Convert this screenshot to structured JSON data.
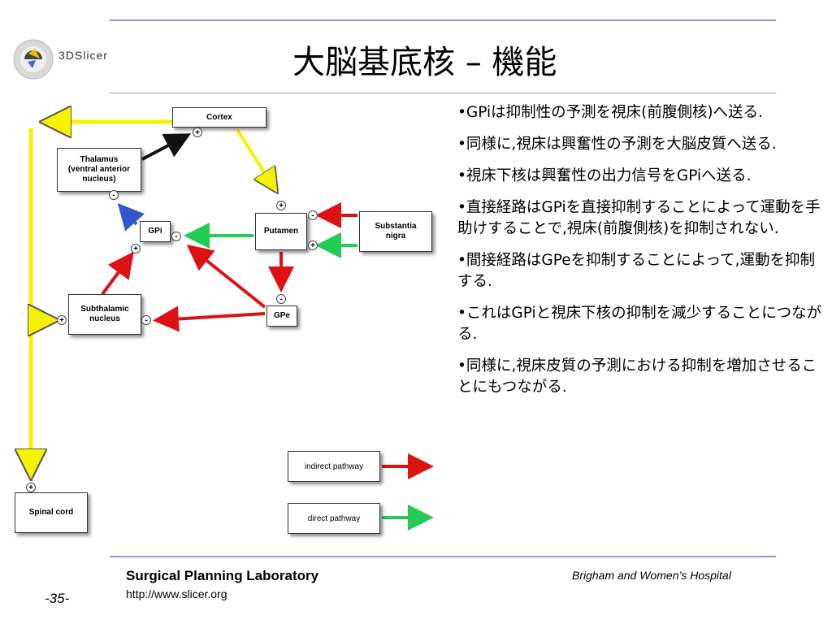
{
  "header": {
    "logo_text": "3DSlicer",
    "title": "大脳基底核 – 機能"
  },
  "diagram": {
    "nodes": {
      "cortex": "Cortex",
      "thalamus": "Thalamus\n(ventral anterior\nnucleus)",
      "gpi": "GPi",
      "putamen": "Putamen",
      "substantia_nigra": "Substantia\nnigra",
      "subthalamic": "Subthalamic\nnucleus",
      "gpe": "GPe",
      "spinal_cord": "Spinal cord"
    },
    "signs": {
      "cortex_in": "+",
      "thalamus_out": "-",
      "gpi_in_plus": "+",
      "gpi_in_minus": "-",
      "putamen_top": "+",
      "putamen_from_sn_red": "-",
      "putamen_from_sn_green": "+",
      "gpe_in": "-",
      "stn_in_plus": "+",
      "stn_in_minus": "-",
      "spinal_in": "+"
    },
    "legend": {
      "indirect": "indirect pathway",
      "direct": "direct pathway"
    },
    "colors": {
      "yellow": "#f4f200",
      "red": "#dd1111",
      "green": "#22cc55",
      "blue": "#3355cc",
      "black": "#111111"
    }
  },
  "bullets": [
    "•GPiは抑制性の予測を視床(前腹側核)へ送る.",
    "•同様に,視床は興奮性の予測を大脳皮質へ送る.",
    "•視床下核は興奮性の出力信号をGPiへ送る.",
    "•直接経路はGPiを直接抑制することによって運動を手助けすることで,視床(前腹側核)を抑制されない.",
    "•間接経路はGPeを抑制することによって,運動を抑制する.",
    "•これはGPiと視床下核の抑制を減少することにつながる.",
    "•同様に,視床皮質の予測における抑制を増加させることにもつながる."
  ],
  "footer": {
    "lab_name": "Surgical Planning Laboratory",
    "lab_url": "http://www.slicer.org",
    "hospital": "Brigham and Women’s Hospital",
    "page_number": "-35-"
  }
}
